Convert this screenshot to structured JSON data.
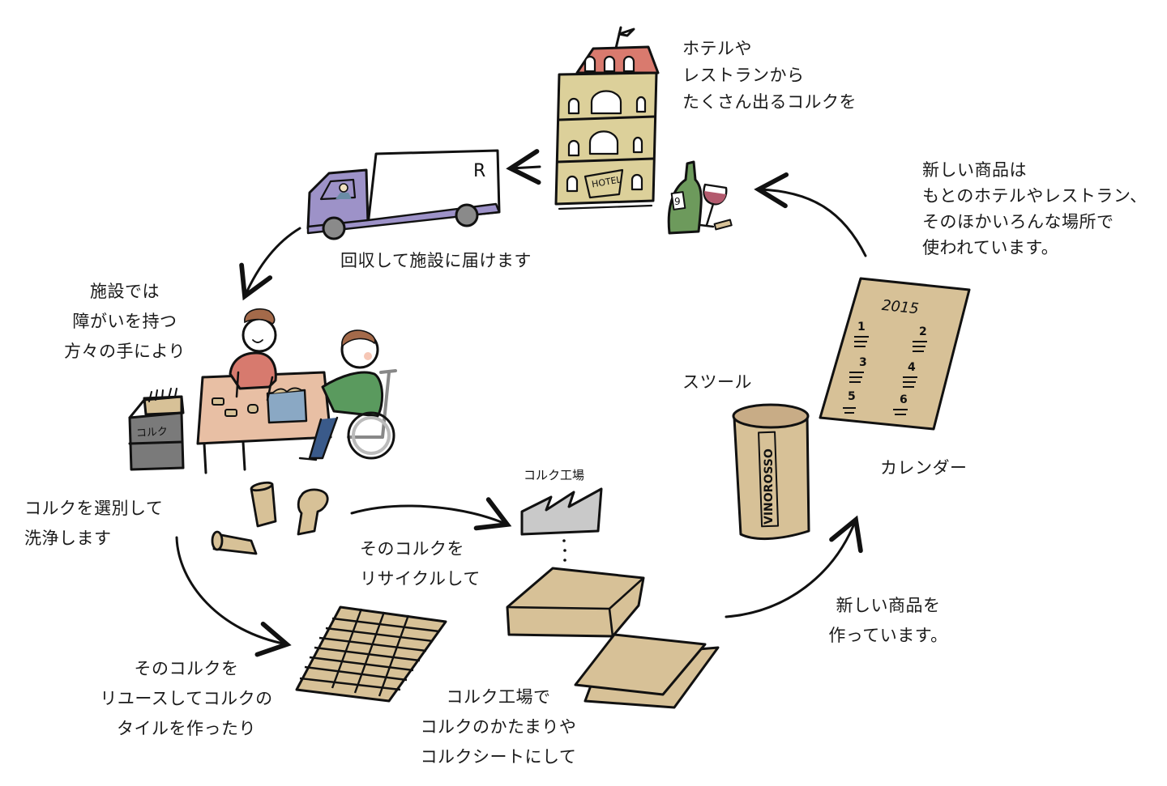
{
  "diagram": {
    "title": "",
    "type": "cork-recycling-cycle",
    "colors": {
      "cork": "#d7c197",
      "hotel_body": "#dcd09a",
      "hotel_roof": "#d97a6e",
      "truck_cab": "#9d92c8",
      "bottle": "#6d9a5c",
      "wine": "#b35a6e",
      "factory": "#c9c9c9",
      "table": "#e8bfa4",
      "bin": "#6a7f93",
      "sweater": "#5a9a5e",
      "shirt": "#d77a6e"
    },
    "steps": [
      {
        "id": "hotel",
        "text": "ホテルや\nレストランから\nたくさん出るコルクを"
      },
      {
        "id": "truck",
        "text": "回収して施設に届けます",
        "truck_letter": "R"
      },
      {
        "id": "facility",
        "text": "施設では\n障がいを持つ\n方々の手により"
      },
      {
        "id": "sort",
        "text": "コルクを選別して\n洗浄します"
      },
      {
        "id": "reuse",
        "text": "そのコルクを\nリユースしてコルクの\nタイルを作ったり"
      },
      {
        "id": "recycle",
        "text": "そのコルクを\nリサイクルして"
      },
      {
        "id": "factory",
        "text": "コルク工場で\nコルクのかたまりや\nコルクシートにして"
      },
      {
        "id": "products",
        "text": "新しい商品を\n作っています。"
      },
      {
        "id": "reuse-places",
        "text": "新しい商品は\nもとのホテルやレストラン、\nそのほかいろんな場所で\n使われています。"
      }
    ],
    "illustration_labels": {
      "hotel_sign": "HOTEL",
      "bottle_label": "9",
      "cork_box_label": "コルク",
      "factory_label": "コルク工場",
      "stool_label": "スツール",
      "stool_print": "VINOROSSO",
      "calendar_label": "カレンダー",
      "calendar_year": "2015",
      "calendar_months": [
        "1",
        "2",
        "3",
        "4",
        "5",
        "6"
      ]
    }
  }
}
